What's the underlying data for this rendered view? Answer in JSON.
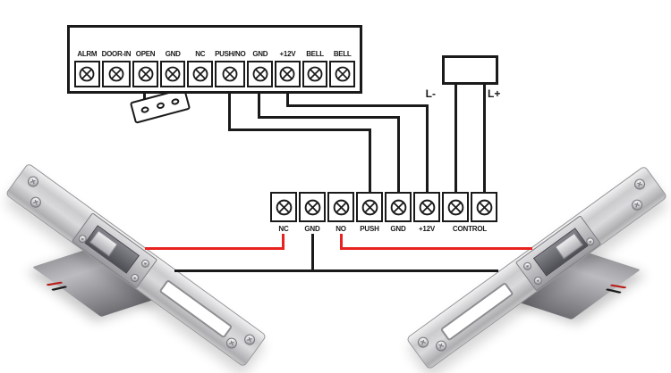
{
  "top_block": {
    "terminals": [
      "ALRM",
      "DOOR-IN",
      "OPEN",
      "GND",
      "NC",
      "PUSH/NO",
      "GND",
      "+12V",
      "BELL",
      "BELL"
    ]
  },
  "middle_block": {
    "labels": [
      "NC",
      "GND",
      "NO",
      "PUSH",
      "GND",
      "+12V",
      "CONTROL"
    ]
  },
  "power_box": {
    "negative": "L-",
    "positive": "L+"
  },
  "colors": {
    "wire_black": "#1a1a1a",
    "wire_red": "#e8231f"
  }
}
